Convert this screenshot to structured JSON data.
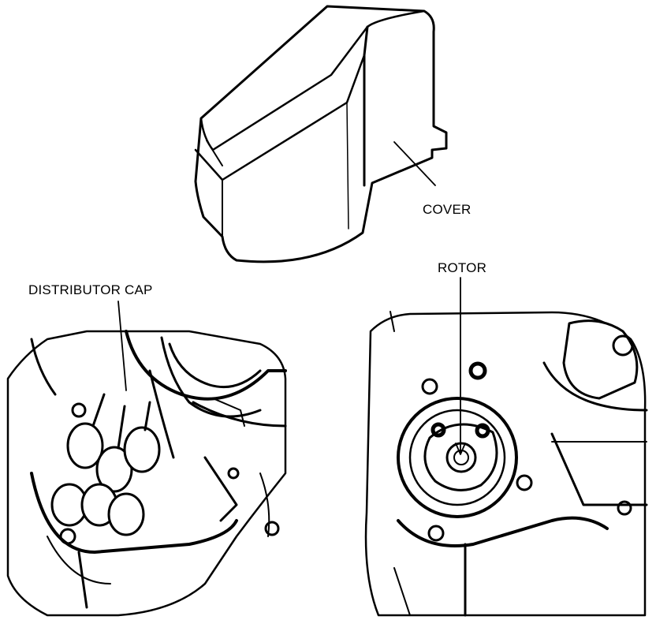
{
  "labels": {
    "cover": "COVER",
    "rotor": "ROTOR",
    "distributor_cap": "DISTRIBUTOR CAP"
  },
  "colors": {
    "ink": "#000000",
    "paper": "#ffffff"
  }
}
